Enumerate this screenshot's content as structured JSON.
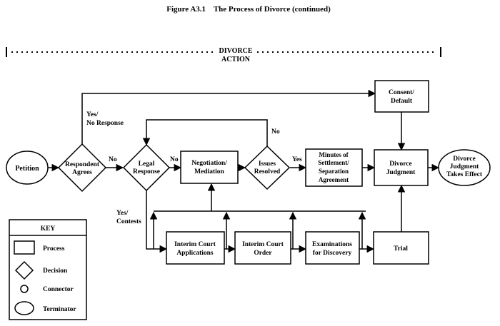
{
  "figure": {
    "title": "Figure A3.1    The Process of Divorce (continued)"
  },
  "section": {
    "line1": "DIVORCE",
    "line2": "ACTION"
  },
  "nodes": {
    "petition": "Petition",
    "respondent_agrees": [
      "Respondent",
      "Agrees"
    ],
    "legal_response": [
      "Legal",
      "Response"
    ],
    "negotiation": [
      "Negotiation/",
      "Mediation"
    ],
    "issues_resolved": [
      "Issues",
      "Resolved"
    ],
    "minutes": [
      "Minutes of",
      "Settlement/",
      "Separation",
      "Agreement"
    ],
    "divorce_judgment": [
      "Divorce",
      "Judgment"
    ],
    "takes_effect": [
      "Divorce",
      "Judgment",
      "Takes Effect"
    ],
    "consent_default": [
      "Consent/",
      "Default"
    ],
    "interim_applications": [
      "Interim Court",
      "Applications"
    ],
    "interim_order": [
      "Interim Court",
      "Order"
    ],
    "examinations": [
      "Examinations",
      "for Discovery"
    ],
    "trial": "Trial"
  },
  "edge_labels": {
    "yes_no_response": [
      "Yes/",
      "No Response"
    ],
    "no_1": "No",
    "no_2": "No",
    "no_top": "No",
    "yes_1": "Yes",
    "yes_contests": [
      "Yes/",
      "Contests"
    ]
  },
  "key": {
    "title": "KEY",
    "items": [
      "Process",
      "Decision",
      "Connector",
      "Terminator"
    ]
  }
}
